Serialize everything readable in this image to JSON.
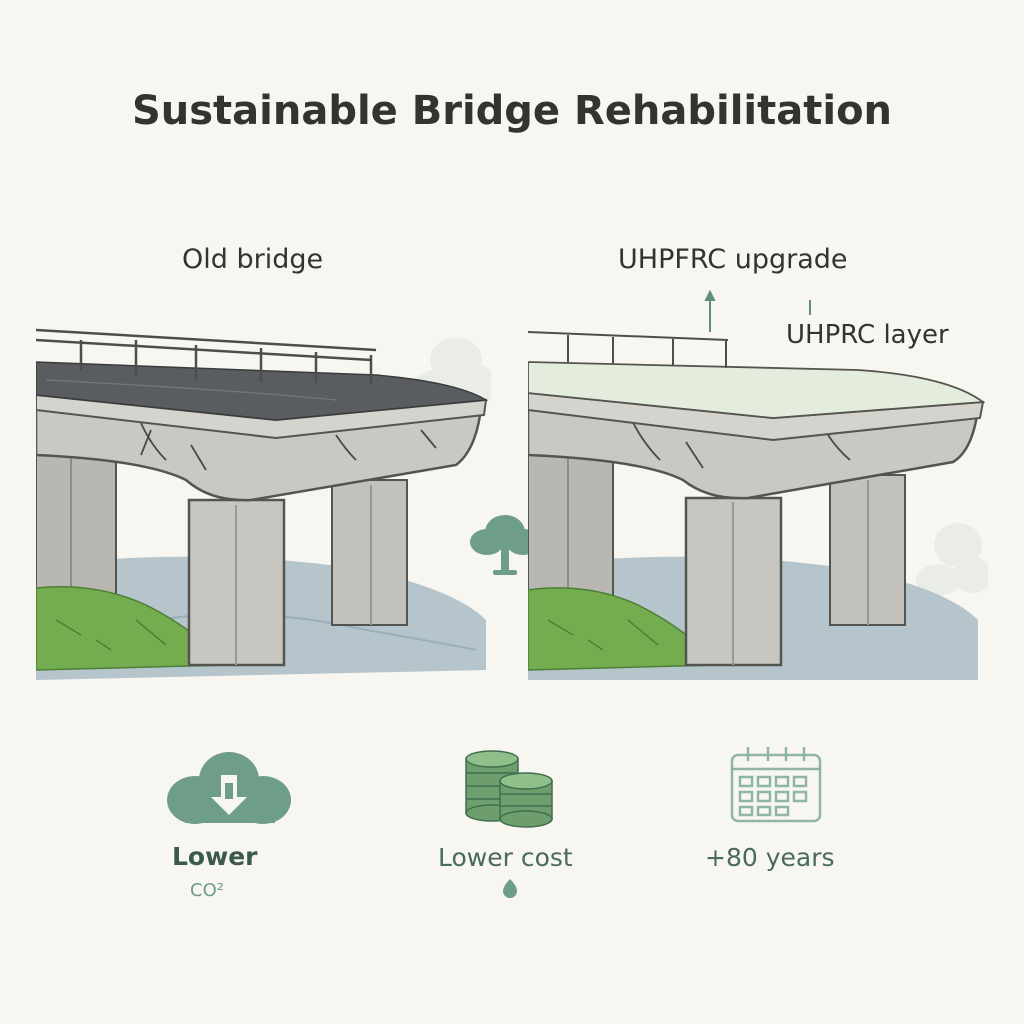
{
  "title": "Sustainable Bridge Rehabilitation",
  "panels": {
    "old": {
      "label": "Old bridge"
    },
    "new": {
      "label": "UHPFRC upgrade",
      "layer_label": "UHPRC layer"
    }
  },
  "stats": [
    {
      "label": "Lower",
      "sublabel": "CO²",
      "icon": "cloud-down-arrow-icon"
    },
    {
      "label": "Lower cost",
      "icon": "coin-stack-icon"
    },
    {
      "label": "+80 years",
      "icon": "calendar-icon"
    }
  ],
  "colors": {
    "concrete": "#c9c8c3",
    "concrete_dark": "#a9a8a2",
    "asphalt": "#55585a",
    "uhpfrc_surface": "#e4eddd",
    "grass": "#72ad4d",
    "water": "#9fb3bd",
    "accent_green": "#6f9e88"
  }
}
